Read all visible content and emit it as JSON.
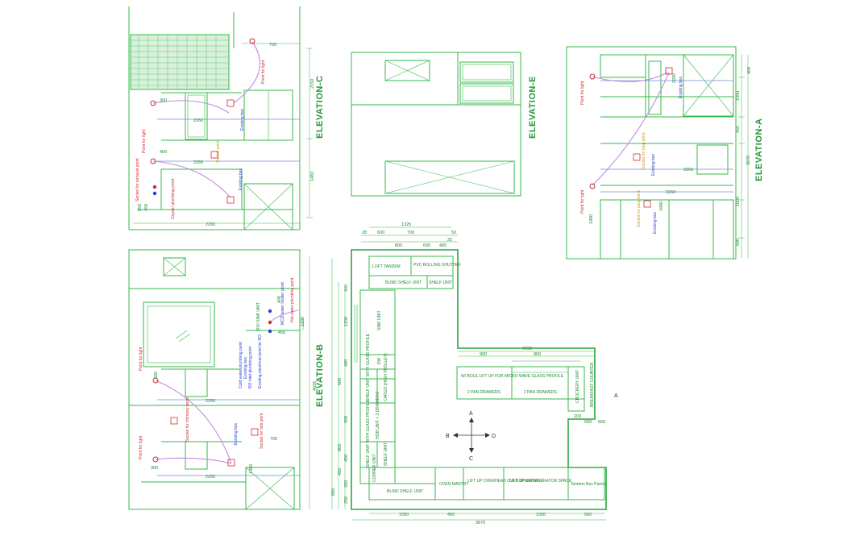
{
  "elevations": {
    "c": {
      "title": "ELEVATION-C",
      "dims": [
        "700",
        "2150",
        "1483",
        "2260",
        "2260",
        "2260",
        "300",
        "400",
        "450",
        "550"
      ],
      "notes": [
        "Point for light",
        "Point for light",
        "Existing box",
        "Existing box",
        "Socket for exhaust point",
        "Geyser plumbing point",
        "Socket point"
      ]
    },
    "e": {
      "title": "ELEVATION-E"
    },
    "a": {
      "title": "ELEVATION-A",
      "dims": [
        "400",
        "1050",
        "450",
        "1000",
        "600",
        "3870",
        "2260",
        "2260",
        "2260",
        "1900",
        "1400"
      ],
      "notes": [
        "Point for light",
        "Point for light",
        "Existing box",
        "Existing box",
        "Existing box",
        "Socket for plug point",
        "Socket for plug point"
      ]
    },
    "b": {
      "title": "ELEVATION-B",
      "dims": [
        "4626",
        "1200",
        "450",
        "400",
        "2260",
        "2260",
        "700",
        "550",
        "300",
        "1350"
      ],
      "notes": [
        "Point for light",
        "Point for light",
        "Existing box",
        "Existing box",
        "Socket for chimney point",
        "Socket for hob point",
        "MCD water heater point",
        "Hot water plumbing point",
        "Cold water plumbing point",
        "RO inlet plumbing point",
        "Existing electrical point for RO",
        "RO/ SINK UNIT"
      ]
    }
  },
  "plan": {
    "top_dims": [
      "1325",
      "600",
      "700",
      "28",
      "50",
      "25",
      "600",
      "400",
      "800"
    ],
    "right_dims": [
      "2150",
      "800",
      "900",
      "600",
      "200",
      "600"
    ],
    "left_dims": [
      "400",
      "1200",
      "400",
      "600",
      "900",
      "600",
      "450",
      "450",
      "200",
      "600",
      "250"
    ],
    "bottom_dims": [
      "1050",
      "450",
      "1000",
      "600",
      "3870"
    ],
    "units": {
      "loft_tandem": "LOFT TANDEM",
      "pvc_shutter": "PVC ROLLING SHUTTER",
      "blind_shelf_top": "BLIND SHELF UNIT",
      "shelf_top": "SHELF UNIT",
      "sink": "SINK UNIT",
      "dw": "DW",
      "shelf_glass": "SHELF UNIT WITH GLASS PROFILE",
      "cargo": "CARGO (HIGH TROLLEY)",
      "hob": "HOB UNIT + 3 DRAWERS",
      "shelf_low": "SHELF UNIT",
      "shelf_glass_low": "SHELF UNIT WITH GLASS PROFILE",
      "corner": "CORNER UNIT",
      "blind_bottom": "BLIND SHELF UNIT",
      "oven": "OVEN MANTRY",
      "liftup": "LIFT UP OVERHEAD OVEN SHOWCASE",
      "fridge": "LIFT UP REFRIGERATOR SPACE",
      "tandem_pantry": "Tandem Box Pantry",
      "lift_right": "W/ BOLE LIFT UP FOR MICRO WAVE GLASS PROFILE",
      "two_drawer_a": "2 PAN DRAWERS",
      "two_drawer_b": "2 PAN DRAWERS",
      "crockery": "CROCKERY UNIT",
      "breakfast": "BREAKFAST COUNTER"
    },
    "compass": {
      "a": "A",
      "b": "B",
      "c": "C",
      "d": "D"
    },
    "marker": "A"
  }
}
